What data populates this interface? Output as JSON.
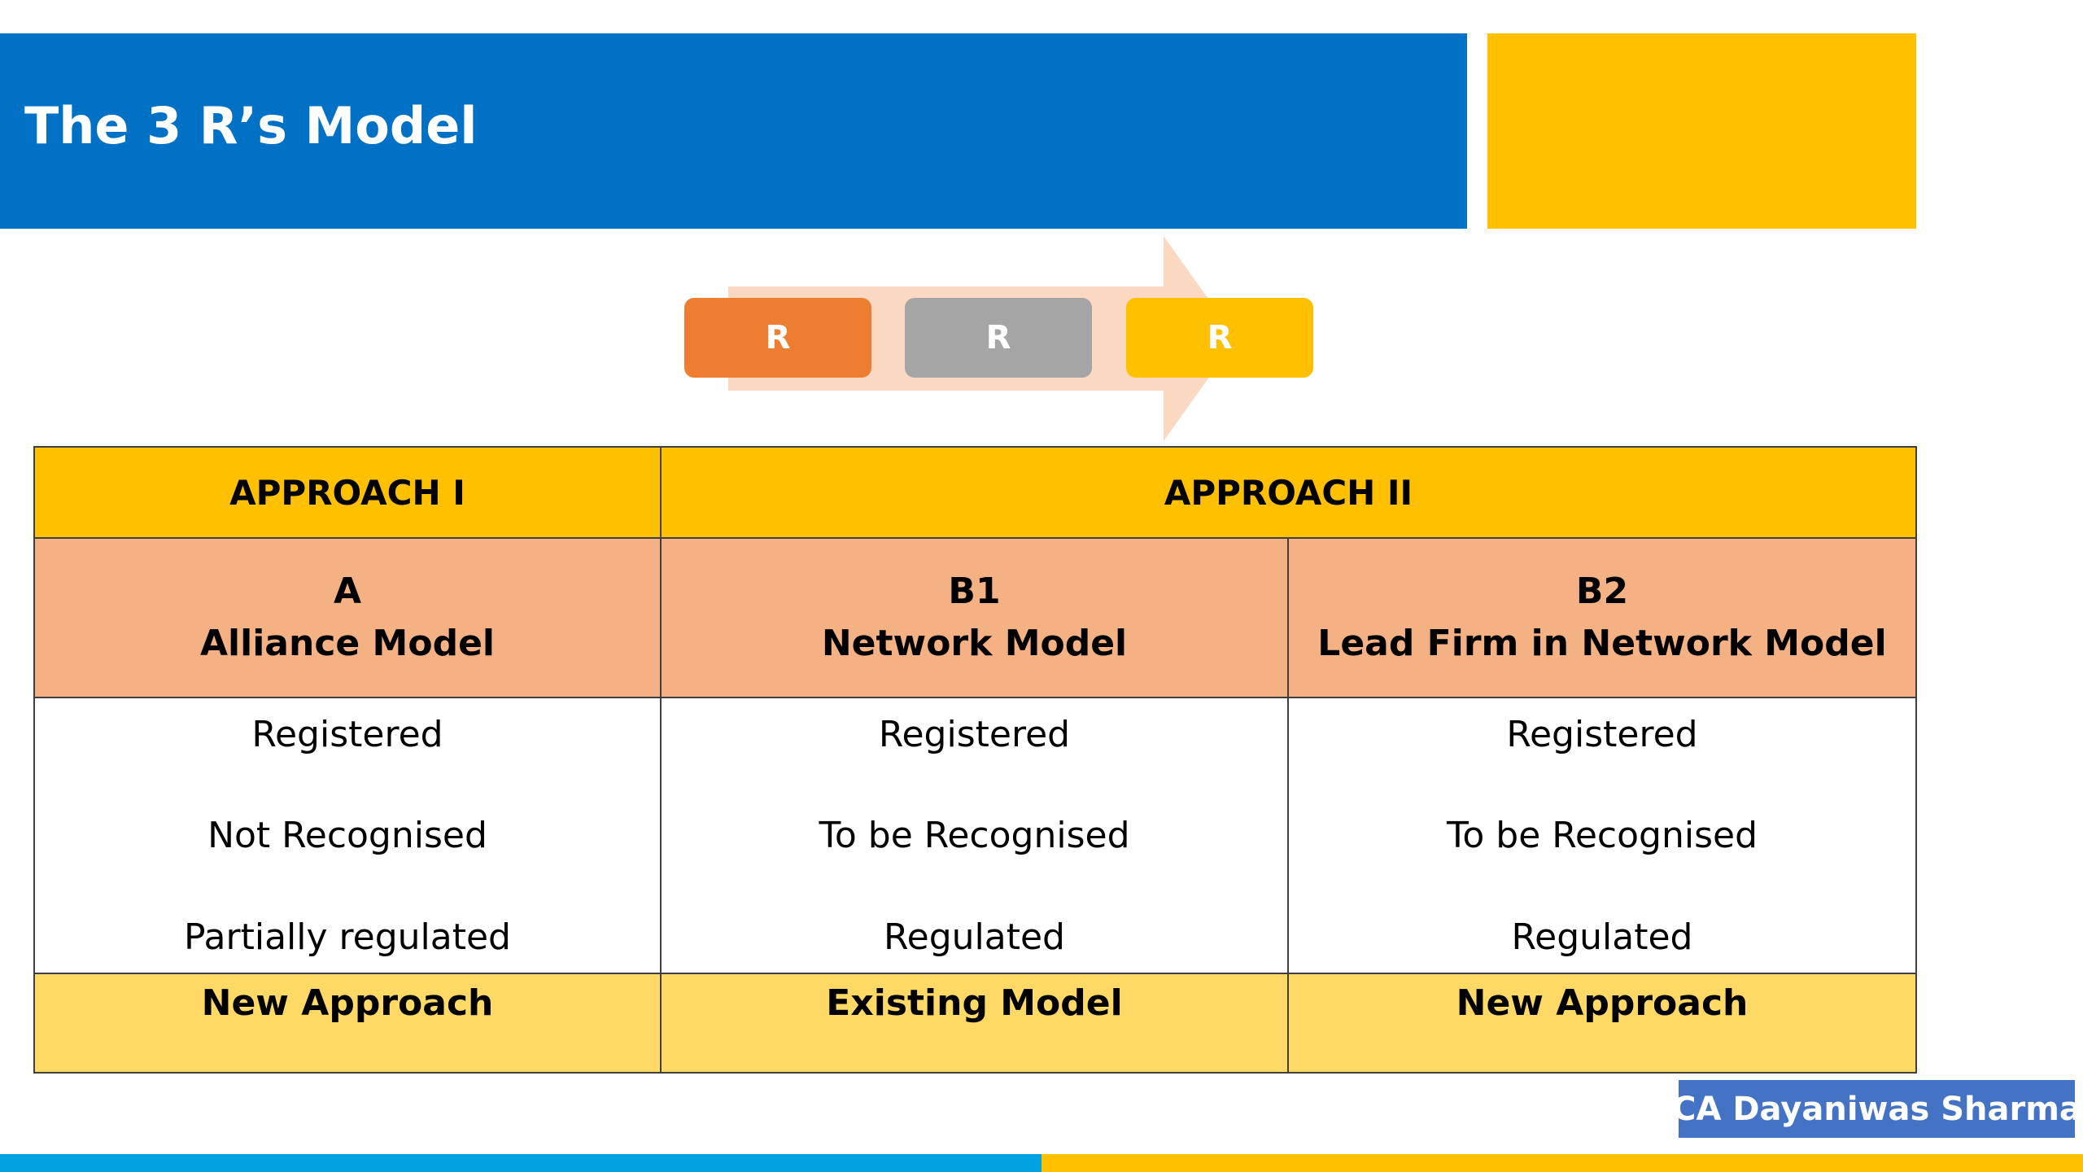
{
  "slide": {
    "title": "The 3 R’s Model",
    "credit": "CA Dayaniwas Sharma"
  },
  "process": {
    "steps": [
      "R",
      "R",
      "R"
    ],
    "colors": [
      "#ed7d31",
      "#a5a5a5",
      "#ffc000"
    ],
    "arrow_color": "#f8cbad"
  },
  "table": {
    "approach_headers": [
      "APPROACH I",
      "APPROACH II"
    ],
    "models": [
      {
        "code": "A",
        "name": "Alliance Model"
      },
      {
        "code": "B1",
        "name": "Network Model"
      },
      {
        "code": "B2",
        "name": "Lead Firm in Network Model"
      }
    ],
    "rows": [
      [
        "Registered",
        "Not Recognised",
        "Partially regulated"
      ],
      [
        "Registered",
        "To be Recognised",
        "Regulated"
      ],
      [
        "Registered",
        "To be Recognised",
        "Regulated"
      ]
    ],
    "footer": [
      "New Approach",
      "Existing Model",
      "New Approach"
    ]
  },
  "theme": {
    "title_bar": "#0071c5",
    "accent_yellow": "#ffc000",
    "header_orange": "#f4b183",
    "footer_yellow": "#ffd966",
    "credit_blue": "#4472c4",
    "bottom_stripe_blue": "#00a3e0"
  }
}
